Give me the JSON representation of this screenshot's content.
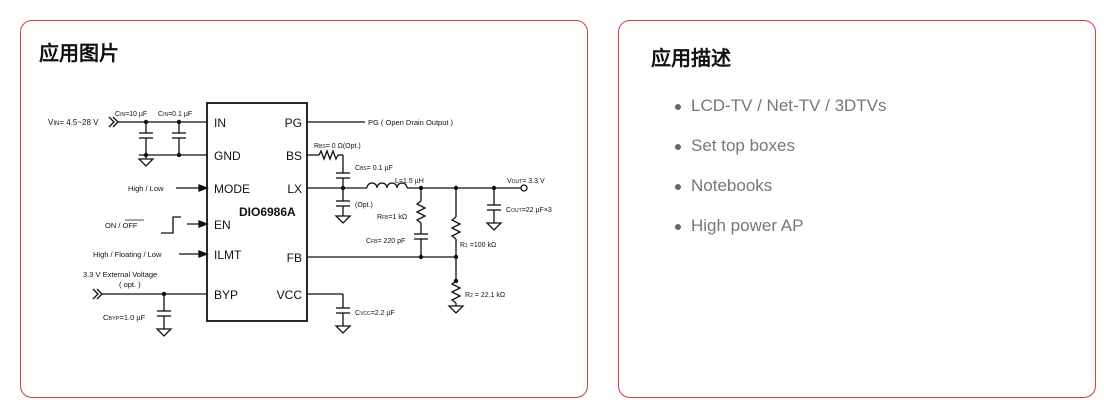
{
  "left_panel": {
    "title": "应用图片"
  },
  "right_panel": {
    "title": "应用描述",
    "items": [
      "LCD-TV / Net-TV / 3DTVs",
      "Set top boxes",
      "Notebooks",
      "High power AP"
    ]
  },
  "schematic": {
    "chip_name": "DIO6986A",
    "pins_left": [
      "IN",
      "GND",
      "MODE",
      "EN",
      "ILMT",
      "BYP"
    ],
    "pins_right": [
      "PG",
      "BS",
      "LX",
      "FB",
      "VCC"
    ],
    "vin_label": "V",
    "vin_sub": "IN",
    "vin_value": "= 4.5~28 V",
    "cin_a": "C",
    "cin_a_sub": "IN",
    "cin_a_val": "=10 µF",
    "cin_b": "C",
    "cin_b_sub": "IN",
    "cin_b_val": "=0.1 µF",
    "mode_label": "High / Low",
    "en_label": "ON / OFF",
    "ilmt_label": "High / Floating / Low",
    "ext_v_label": "3.3 V  External  Voltage",
    "ext_v_opt": "( opt. )",
    "cbyp": "C",
    "cbyp_sub": "BYP",
    "cbyp_val": "=1.0  µF",
    "pg_label": "PG ( Open Drain Output )",
    "rbs": "R",
    "rbs_sub": "BS",
    "rbs_val": "= 0 Ω(Opt.)",
    "cbs": "C",
    "cbs_sub": "BS",
    "cbs_val": "= 0.1 µF",
    "l_val": "L=1.5  µH",
    "vout": "V",
    "vout_sub": "OUT",
    "vout_val": "= 3.3 V",
    "opt_cap": "(Opt.)",
    "rfb": "R",
    "rfb_sub": "FB",
    "rfb_val": "=1 kΩ",
    "cout": "C",
    "cout_sub": "OUT",
    "cout_val": "=22  µF×3",
    "cfb": "C",
    "cfb_sub": "FB",
    "cfb_val": "= 220 pF",
    "r1": "R",
    "r1_sub": "1",
    "r1_val": " =100 kΩ",
    "r2": "R",
    "r2_sub": "2",
    "r2_val": " = 22.1 kΩ",
    "cvcc": "C",
    "cvcc_sub": "VCC",
    "cvcc_val": "=2.2  µF"
  }
}
